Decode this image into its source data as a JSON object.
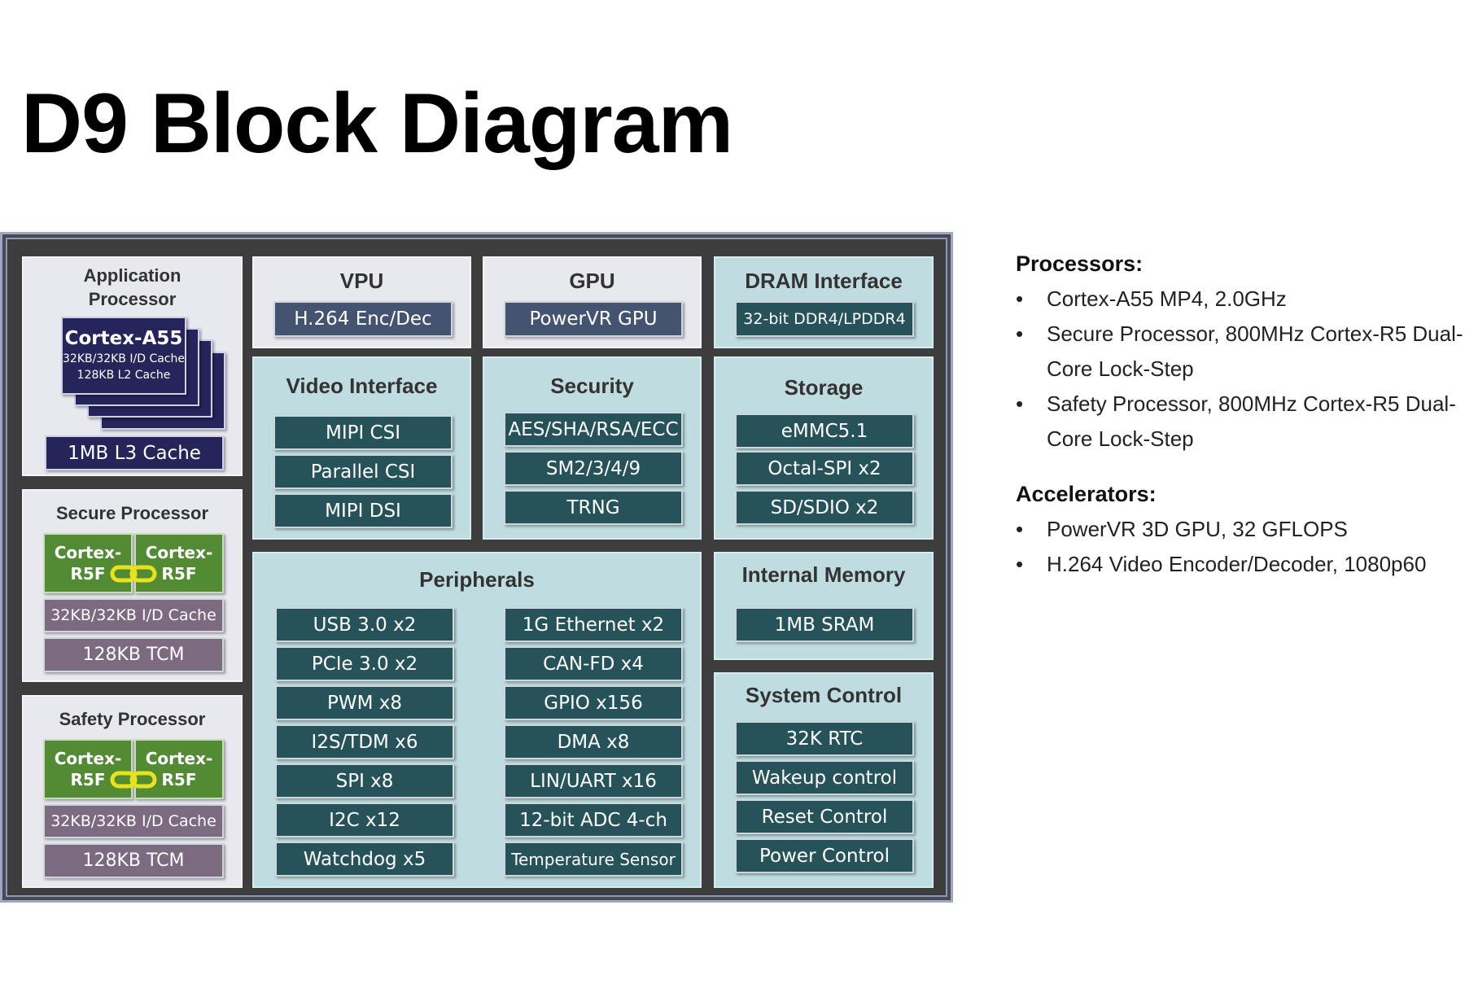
{
  "title": "D9 Block Diagram",
  "app_processor": {
    "title": "Application Processor",
    "core": "Cortex-A55",
    "cache1": "32KB/32KB I/D Cache",
    "cache2": "128KB L2 Cache",
    "l3": "1MB L3 Cache"
  },
  "secure_processor": {
    "title": "Secure Processor",
    "core_a_1": "Cortex-",
    "core_a_2": "R5F",
    "core_b_1": "Cortex-",
    "core_b_2": "R5F",
    "cache": "32KB/32KB I/D Cache",
    "tcm": "128KB TCM"
  },
  "safety_processor": {
    "title": "Safety Processor",
    "core_a_1": "Cortex-",
    "core_a_2": "R5F",
    "core_b_1": "Cortex-",
    "core_b_2": "R5F",
    "cache": "32KB/32KB  I/D Cache",
    "tcm": "128KB TCM"
  },
  "vpu": {
    "title": "VPU",
    "item": "H.264 Enc/Dec"
  },
  "gpu": {
    "title": "GPU",
    "item": "PowerVR GPU"
  },
  "dram": {
    "title": "DRAM Interface",
    "item": "32-bit DDR4/LPDDR4"
  },
  "video_interface": {
    "title": "Video Interface",
    "items": [
      "MIPI CSI",
      "Parallel CSI",
      "MIPI DSI"
    ]
  },
  "security": {
    "title": "Security",
    "items": [
      "AES/SHA/RSA/ECC",
      "SM2/3/4/9",
      "TRNG"
    ]
  },
  "storage": {
    "title": "Storage",
    "items": [
      "eMMC5.1",
      "Octal-SPI x2",
      "SD/SDIO x2"
    ]
  },
  "peripherals": {
    "title": "Peripherals",
    "left": [
      "USB 3.0 x2",
      "PCIe 3.0 x2",
      "PWM x8",
      "I2S/TDM x6",
      "SPI x8",
      "I2C x12",
      "Watchdog x5"
    ],
    "right": [
      "1G Ethernet x2",
      "CAN-FD x4",
      "GPIO x156",
      "DMA x8",
      "LIN/UART x16",
      "12-bit ADC 4-ch",
      "Temperature Sensor"
    ]
  },
  "internal_memory": {
    "title": "Internal Memory",
    "item": "1MB SRAM"
  },
  "system_control": {
    "title": "System Control",
    "items": [
      "32K RTC",
      "Wakeup control",
      "Reset Control",
      "Power Control"
    ]
  },
  "processors": {
    "heading": "Processors:",
    "items": [
      "Cortex-A55 MP4, 2.0GHz",
      "Secure Processor, 800MHz Cortex-R5 Dual-Core Lock-Step",
      "Safety Processor, 800MHz Cortex-R5 Dual-Core Lock-Step"
    ]
  },
  "accelerators": {
    "heading": "Accelerators:",
    "items": [
      "PowerVR 3D GPU, 32 GFLOPS",
      "H.264 Video Encoder/Decoder, 1080p60"
    ]
  },
  "bullet": "•",
  "colors": {
    "frame": "#3d3d3d",
    "light_panel": "#e8e9ee",
    "teal_panel": "#bfdde0",
    "teal_box": "#26535a",
    "slate_box": "#435370",
    "navy_box": "#25255c",
    "purple_box": "#7b6a80",
    "green_box": "#528b34",
    "lockstep_link": "#e8e21a"
  }
}
